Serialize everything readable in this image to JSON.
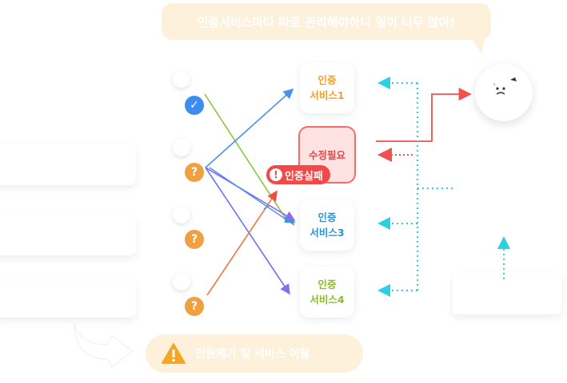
{
  "speech_bubble": {
    "text": "인증서비스마다 따로 관리해야하니 일이 너무 많아!"
  },
  "services": [
    {
      "line1": "인증",
      "line2": "서비스1",
      "color": "#f0a030"
    },
    {
      "line1": "수정필요",
      "line2": "",
      "color": "#e84848"
    },
    {
      "line1": "인증",
      "line2": "서비스3",
      "color": "#2f93d8"
    },
    {
      "line1": "인증",
      "line2": "서비스4",
      "color": "#8cbc2c"
    }
  ],
  "auth_fail_badge": {
    "text": "인증실패",
    "icon": "!"
  },
  "status_icons": [
    {
      "type": "check",
      "color": "#3d8df0",
      "glyph": "✓"
    },
    {
      "type": "question",
      "color": "#f0a040",
      "glyph": "?"
    },
    {
      "type": "question",
      "color": "#f0a040",
      "glyph": "?"
    },
    {
      "type": "question",
      "color": "#f0a040",
      "glyph": "?"
    }
  ],
  "warning": {
    "text": "인원제기 및 서비스 이탈",
    "icon": "warning-icon"
  },
  "colors": {
    "green_line": "#8cc63f",
    "blue_line": "#4a90f0",
    "purple_line": "#8a6cf0",
    "orange_line": "#f07840",
    "red_arrow": "#f05050",
    "cyan_dots": "#2cd0e0"
  }
}
